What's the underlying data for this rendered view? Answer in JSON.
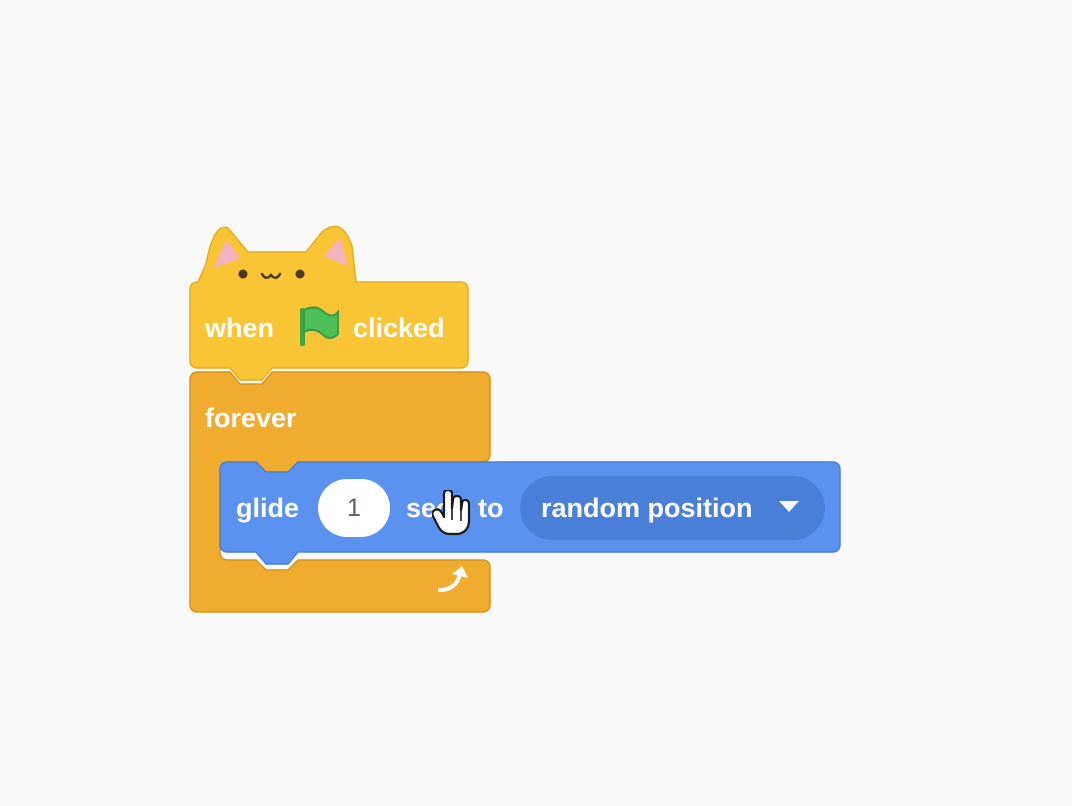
{
  "event_block": {
    "label_when": "when",
    "label_clicked": "clicked",
    "flag_icon": "green-flag-icon",
    "hat_style": "cat-ears",
    "color": "#f9c534"
  },
  "forever_block": {
    "label": "forever",
    "loop_icon": "loop-arrow-icon",
    "color": "#efac2f"
  },
  "glide_block": {
    "label_glide": "glide",
    "seconds_value": "1",
    "label_secs": "secs",
    "label_to": "to",
    "target_option": "random position",
    "dropdown_icon": "chevron-down-icon",
    "color": "#5b92ef"
  },
  "cursor_icon": "hand-pointer-icon",
  "background_color": "#f9f9f9"
}
